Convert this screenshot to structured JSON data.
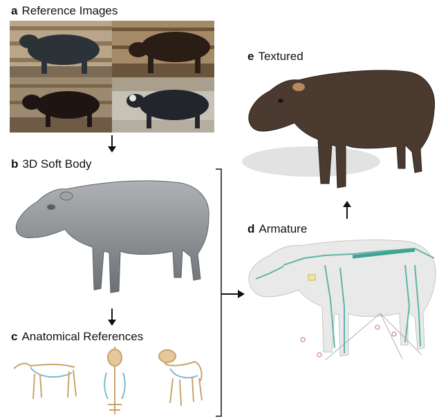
{
  "panels": {
    "a": {
      "letter": "a",
      "title": "Reference Images"
    },
    "b": {
      "letter": "b",
      "title": "3D Soft Body"
    },
    "c": {
      "letter": "c",
      "title": "Anatomical References"
    },
    "d": {
      "letter": "d",
      "title": "Armature"
    },
    "e": {
      "letter": "e",
      "title": "Textured"
    }
  },
  "colors": {
    "arrow": "#111111",
    "soft_body": "#8a8e91",
    "texture": "#4a3a30",
    "bone": "#e3c89a",
    "rig": "#5cb5a8"
  }
}
